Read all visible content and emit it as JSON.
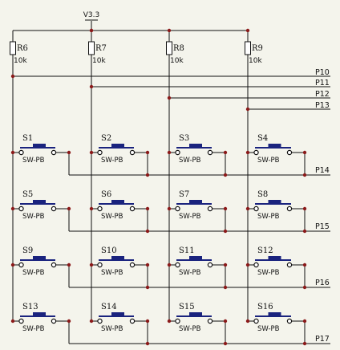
{
  "power_label": "V3.3",
  "resistors": [
    {
      "ref": "R6",
      "value": "10k"
    },
    {
      "ref": "R7",
      "value": "10k"
    },
    {
      "ref": "R8",
      "value": "10k"
    },
    {
      "ref": "R9",
      "value": "10k"
    }
  ],
  "column_nets": [
    "P10",
    "P11",
    "P12",
    "P13"
  ],
  "row_nets": [
    "P14",
    "P15",
    "P16",
    "P17"
  ],
  "switches": [
    {
      "ref": "S1",
      "type": "SW-PB"
    },
    {
      "ref": "S2",
      "type": "SW-PB"
    },
    {
      "ref": "S3",
      "type": "SW-PB"
    },
    {
      "ref": "S4",
      "type": "SW-PB"
    },
    {
      "ref": "S5",
      "type": "SW-PB"
    },
    {
      "ref": "S6",
      "type": "SW-PB"
    },
    {
      "ref": "S7",
      "type": "SW-PB"
    },
    {
      "ref": "S8",
      "type": "SW-PB"
    },
    {
      "ref": "S9",
      "type": "SW-PB"
    },
    {
      "ref": "S10",
      "type": "SW-PB"
    },
    {
      "ref": "S11",
      "type": "SW-PB"
    },
    {
      "ref": "S12",
      "type": "SW-PB"
    },
    {
      "ref": "S13",
      "type": "SW-PB"
    },
    {
      "ref": "S14",
      "type": "SW-PB"
    },
    {
      "ref": "S15",
      "type": "SW-PB"
    },
    {
      "ref": "S16",
      "type": "SW-PB"
    }
  ],
  "colors": {
    "wire": "#101010",
    "junction": "#8b1a1a",
    "button": "#1a237e",
    "background": "#f4f4ec"
  }
}
